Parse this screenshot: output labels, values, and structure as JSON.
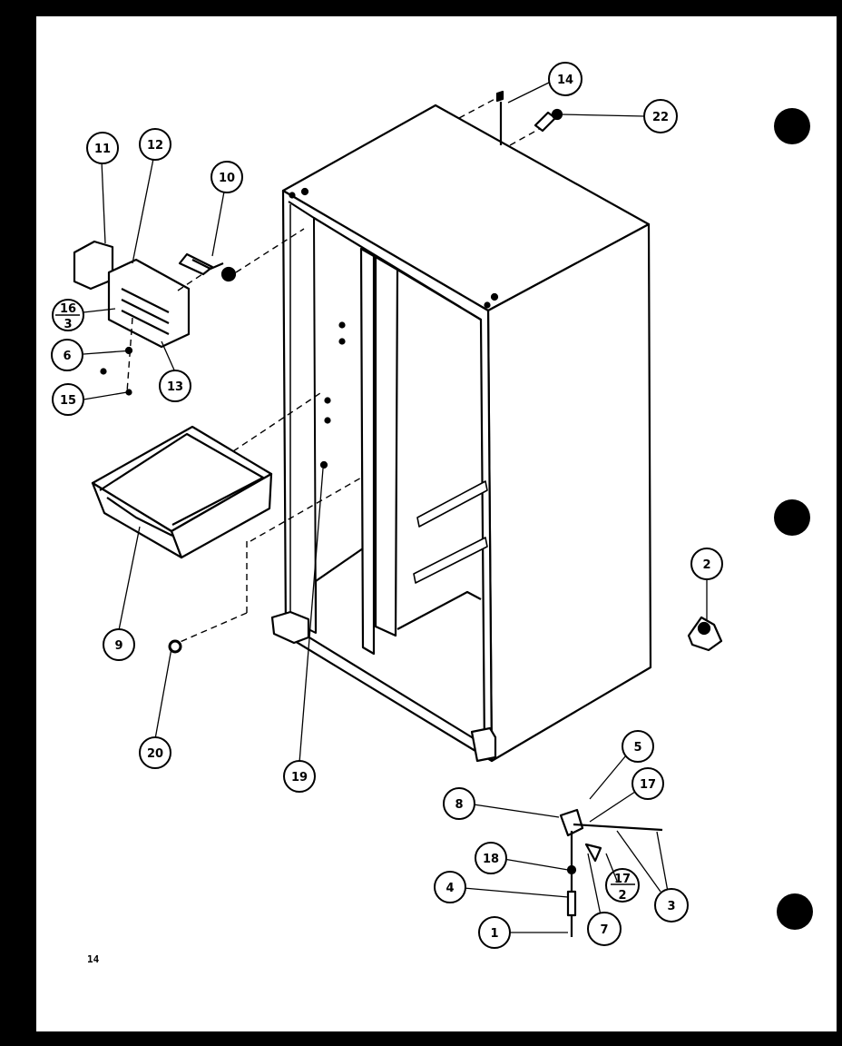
{
  "diagram": {
    "callouts": [
      {
        "id": "c14",
        "text": "14"
      },
      {
        "id": "c22",
        "text": "22"
      },
      {
        "id": "c11",
        "text": "11"
      },
      {
        "id": "c12",
        "text": "12"
      },
      {
        "id": "c10",
        "text": "10"
      },
      {
        "id": "c16a",
        "text": "16"
      },
      {
        "id": "c3a",
        "text": "3"
      },
      {
        "id": "c6a",
        "text": "6"
      },
      {
        "id": "c15",
        "text": "15"
      },
      {
        "id": "c13",
        "text": "13"
      },
      {
        "id": "c9",
        "text": "9"
      },
      {
        "id": "c20",
        "text": "20"
      },
      {
        "id": "c19",
        "text": "19"
      },
      {
        "id": "c2",
        "text": "2"
      },
      {
        "id": "c5",
        "text": "5"
      },
      {
        "id": "c17a",
        "text": "17"
      },
      {
        "id": "c8",
        "text": "8"
      },
      {
        "id": "c18",
        "text": "18"
      },
      {
        "id": "c4",
        "text": "4"
      },
      {
        "id": "c17b",
        "text": "17"
      },
      {
        "id": "c2b",
        "text": "2"
      },
      {
        "id": "c3b",
        "text": "3"
      },
      {
        "id": "c1",
        "text": "1"
      },
      {
        "id": "c7",
        "text": "7"
      }
    ],
    "page_number": "14"
  }
}
